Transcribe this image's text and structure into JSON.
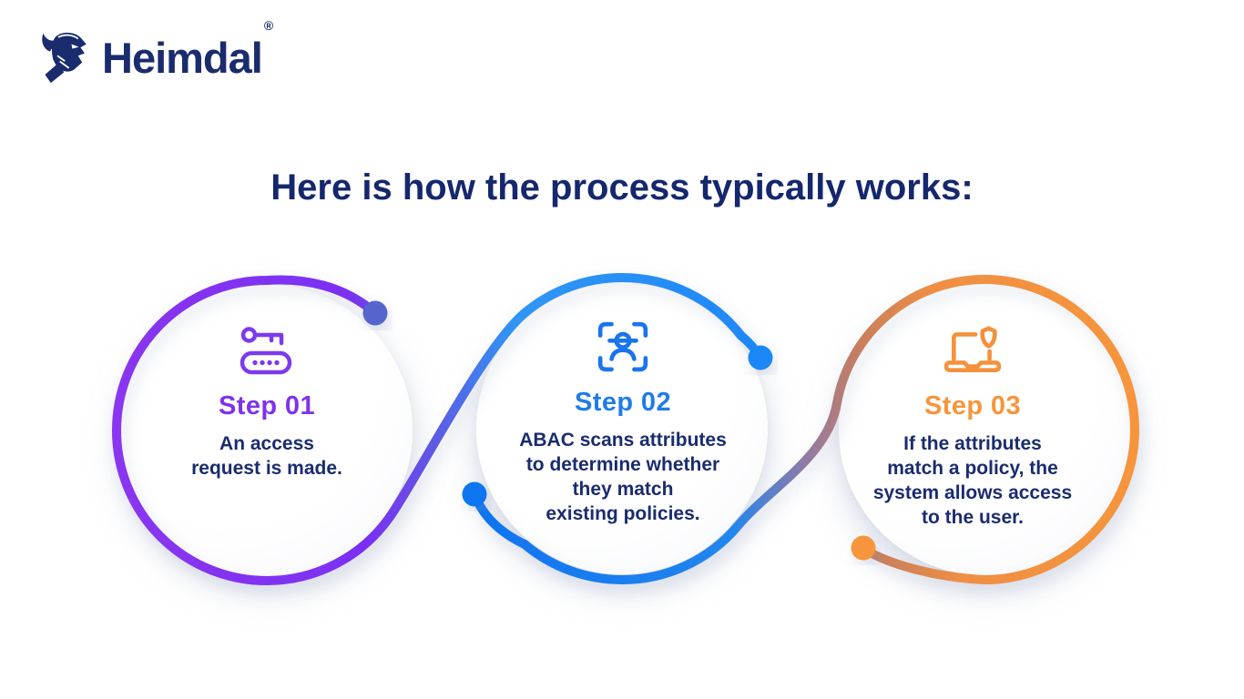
{
  "logo": {
    "brand": "Heimdal",
    "registered": "®"
  },
  "title": "Here is how the process typically works:",
  "colors": {
    "navy_text": "#1A2C6E",
    "purple": "#7C3AED",
    "blue": "#1E7CE8",
    "orange": "#F6953B"
  },
  "steps": [
    {
      "label": "Step 01",
      "icon": "key-password-icon",
      "accent": "#7F33EC",
      "lines": [
        "An access",
        "request is made."
      ]
    },
    {
      "label": "Step 02",
      "icon": "face-scan-icon",
      "accent": "#1E7CE8",
      "lines": [
        "ABAC scans attributes",
        "to determine whether",
        "they match",
        "existing policies."
      ]
    },
    {
      "label": "Step 03",
      "icon": "laptop-shield-icon",
      "accent": "#F6953B",
      "lines": [
        "If the attributes",
        "match a policy, the",
        "system allows access",
        "to the user."
      ]
    }
  ]
}
